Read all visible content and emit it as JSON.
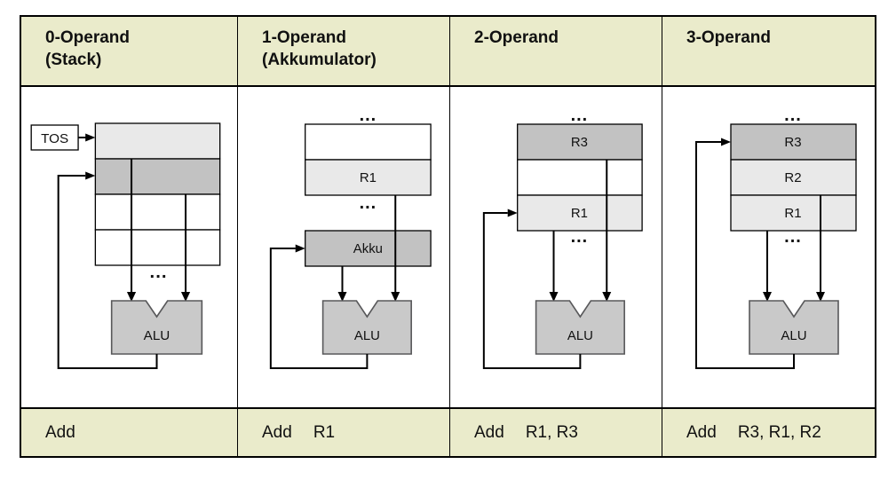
{
  "colors": {
    "header_bg": "#eaebcb",
    "cell_light": "#e9e9e9",
    "cell_dark": "#c2c2c2",
    "alu_fill": "#c9c9c9",
    "border": "#000000"
  },
  "columns": [
    {
      "header": [
        "0-Operand",
        "(Stack)"
      ],
      "labels": {
        "tos": "TOS",
        "alu": "ALU",
        "dots_bottom": "..."
      },
      "instruction": {
        "mnemonic": "Add",
        "operands": ""
      }
    },
    {
      "header": [
        "1-Operand",
        "(Akkumulator)"
      ],
      "labels": {
        "dots_top": "...",
        "r1": "R1",
        "dots_mid": "...",
        "akku": "Akku",
        "alu": "ALU"
      },
      "instruction": {
        "mnemonic": "Add",
        "operands": "R1"
      }
    },
    {
      "header": [
        "2-Operand",
        ""
      ],
      "labels": {
        "dots_top": "...",
        "r3": "R3",
        "r1": "R1",
        "dots_bottom": "...",
        "alu": "ALU"
      },
      "instruction": {
        "mnemonic": "Add",
        "operands": "R1, R3"
      }
    },
    {
      "header": [
        "3-Operand",
        ""
      ],
      "labels": {
        "dots_top": "...",
        "r3": "R3",
        "r2": "R2",
        "r1": "R1",
        "dots_bottom": "...",
        "alu": "ALU"
      },
      "instruction": {
        "mnemonic": "Add",
        "operands": "R3, R1, R2"
      }
    }
  ]
}
